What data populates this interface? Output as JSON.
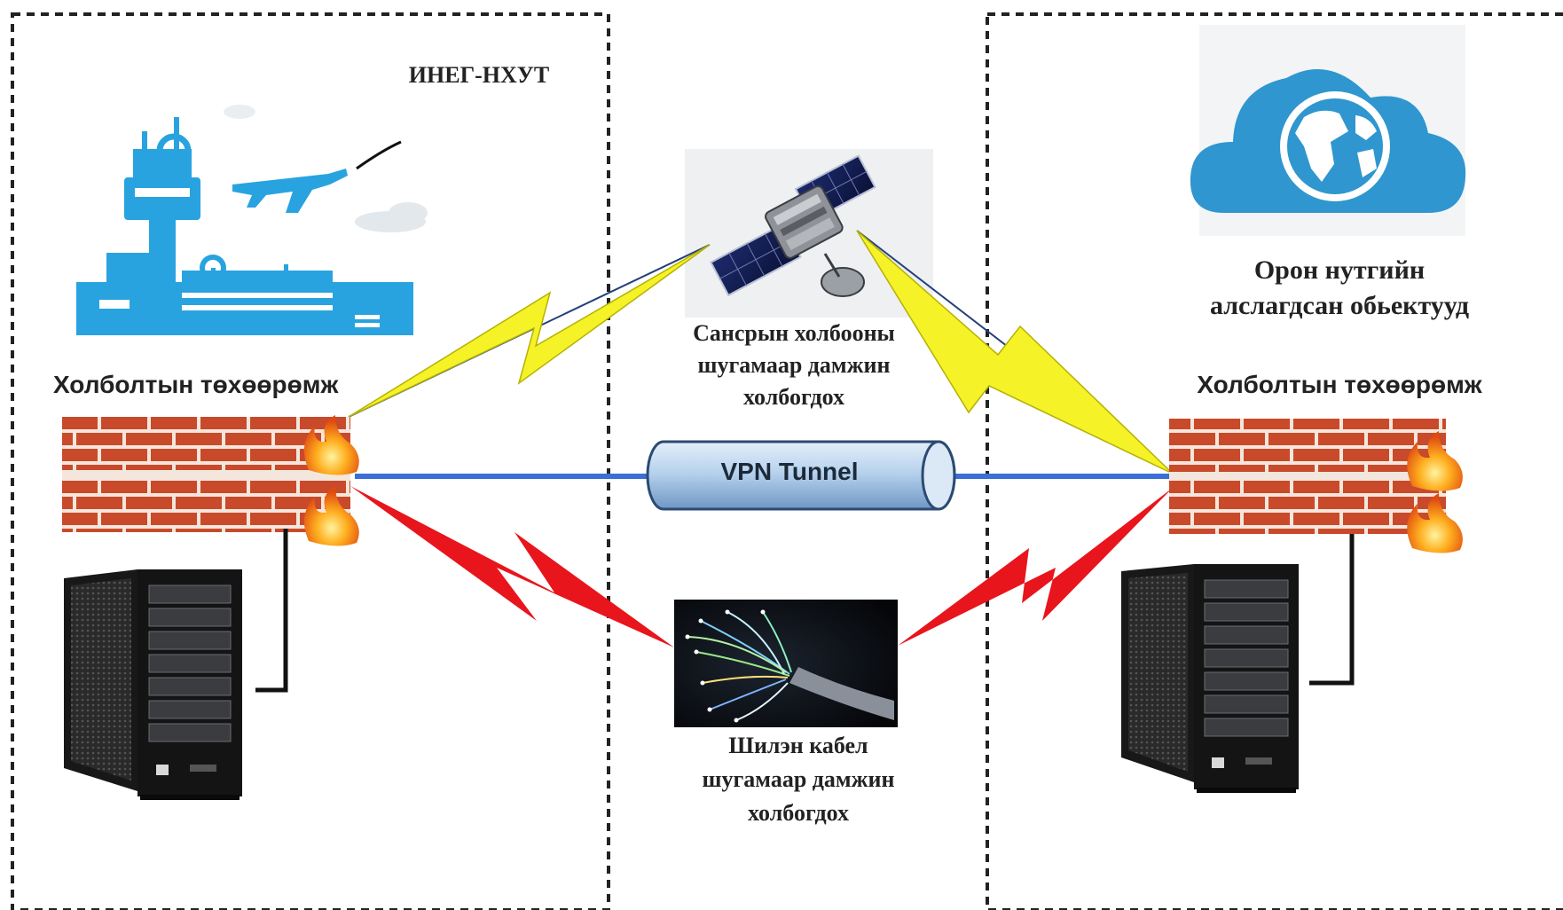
{
  "diagram": {
    "left_site": {
      "org_label": "ИНЕГ-НХУТ",
      "device_label": "Холболтын төхөөрөмж"
    },
    "right_site": {
      "objects_label": "Орон нутгийн алслагдсан обьектууд",
      "device_label": "Холболтын төхөөрөмж"
    },
    "links": {
      "satellite_caption": "Сансрын холбооны шугамаар дамжин холбогдох",
      "vpn_label": "VPN Tunnel",
      "fiber_caption": "Шилэн кабел шугамаар дамжин холбогдох"
    },
    "colors": {
      "sky_blue": "#29a3e0",
      "brick": "#c94a2a",
      "mortar": "#f3e6dc",
      "lightning_yellow": "#f5f228",
      "lightning_red": "#e8151c",
      "vpn_line": "#3b6fd6",
      "tube": "#b8d3ee",
      "cloud": "#2f96cf",
      "rack": "#1b1b1b"
    }
  }
}
